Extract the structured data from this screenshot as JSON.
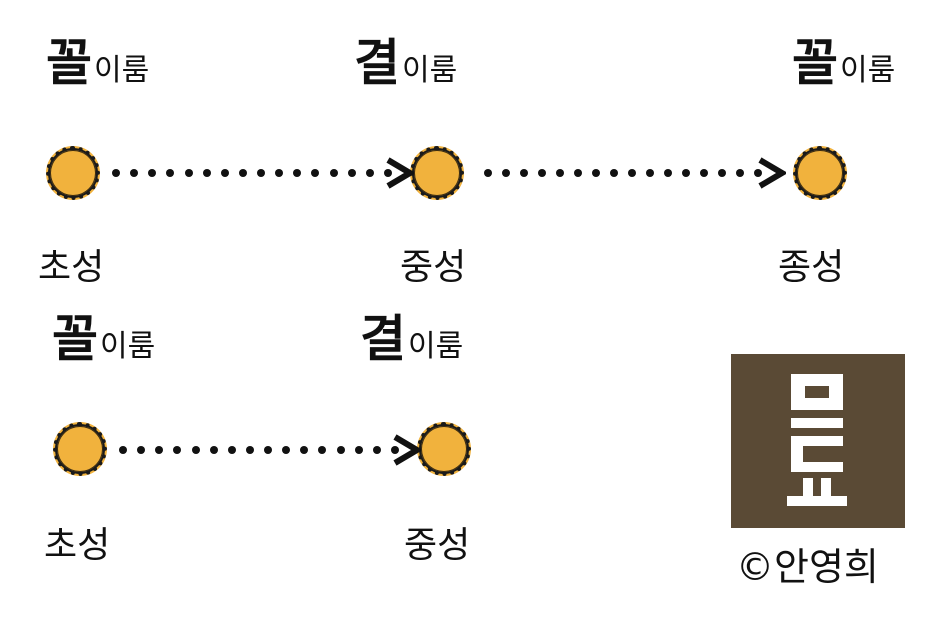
{
  "row1": {
    "labels": [
      {
        "big": "꼴",
        "small": "이룸"
      },
      {
        "big": "결",
        "small": "이룸"
      },
      {
        "big": "꼴",
        "small": "이룸"
      }
    ],
    "captions": [
      "초성",
      "중성",
      "종성"
    ]
  },
  "row2": {
    "labels": [
      {
        "big": "꼴",
        "small": "이룸"
      },
      {
        "big": "결",
        "small": "이룸"
      }
    ],
    "captions": [
      "초성",
      "중성"
    ]
  },
  "copyright": "©안영희",
  "colors": {
    "node": "#f1b23d",
    "stamp": "#5a4a35",
    "stamp_glyph": "#ffffff"
  }
}
